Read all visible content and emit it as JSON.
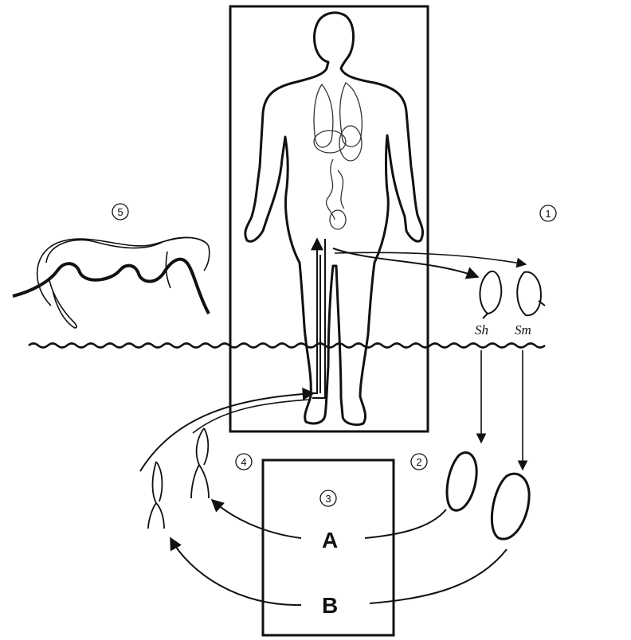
{
  "labels": {
    "step1": "1",
    "step2": "2",
    "step3": "3",
    "step4": "4",
    "step5": "5",
    "egg_sh": "Sh",
    "egg_sm": "Sm",
    "snail_a": "A",
    "snail_b": "B"
  },
  "colors": {
    "ink": "#111111",
    "paper": "#ffffff"
  }
}
